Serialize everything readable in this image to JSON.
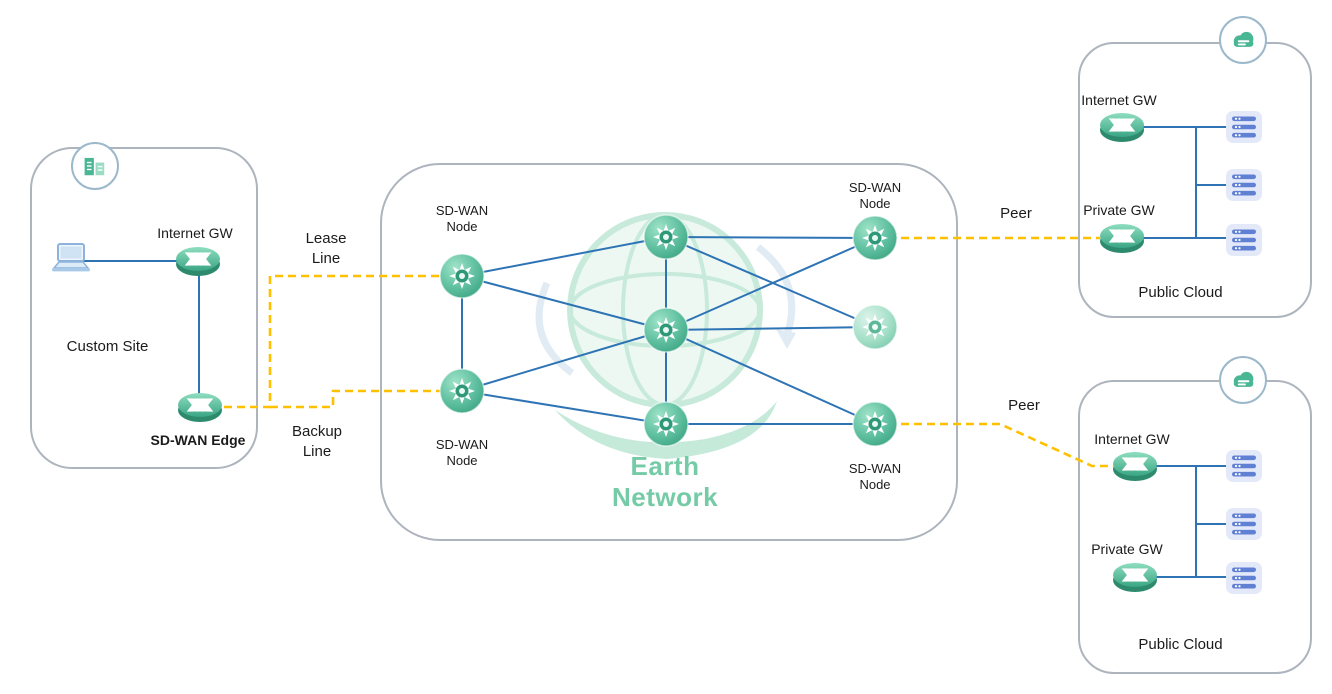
{
  "custom_site": {
    "title": "Custom Site",
    "internet_gw_label": "Internet GW",
    "edge_label": "SD-WAN Edge"
  },
  "earth_network": {
    "title": "Earth\nNetwork",
    "node_labels": [
      "SD-WAN\nNode",
      "SD-WAN\nNode",
      "SD-WAN\nNode",
      "SD-WAN\nNode"
    ]
  },
  "links": {
    "lease_label": "Lease\nLine",
    "backup_label": "Backup\nLine",
    "peer_top_label": "Peer",
    "peer_bottom_label": "Peer"
  },
  "public_cloud_top": {
    "title": "Public Cloud",
    "internet_gw_label": "Internet GW",
    "private_gw_label": "Private GW"
  },
  "public_cloud_bottom": {
    "title": "Public Cloud",
    "internet_gw_label": "Internet GW",
    "private_gw_label": "Private GW"
  },
  "icons": {
    "site_badge": "office-building-icon",
    "cloud_badge": "cloud-icon",
    "laptop": "laptop-icon",
    "gateway": "router-icon",
    "server": "server-icon",
    "sdwan_node": "sdwan-node-icon",
    "watermark": "earth-globe-in-hand-icon"
  },
  "colors": {
    "line_blue": "#2e74b5",
    "dashed_yellow": "#ffc000",
    "node_green": "#45ab88",
    "earth_title_green": "#74cba6",
    "server_blue": "#6080d4",
    "box_border_gray": "#aeb4be"
  }
}
